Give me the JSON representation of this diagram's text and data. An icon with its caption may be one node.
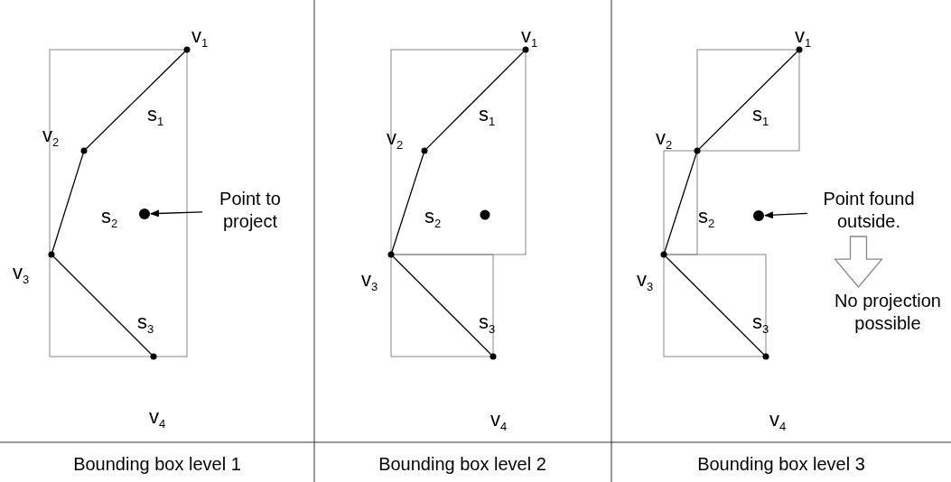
{
  "diagram": {
    "nodes": [
      {
        "text": [
          "Point to project"
        ]
      },
      {
        "text": [],
        "shape": "circle"
      },
      {
        "text": [
          "Point found outside."
        ]
      },
      {
        "text": [],
        "shape": "circle"
      },
      {
        "text": [
          "No projection possible"
        ]
      }
    ],
    "edges": [
      {
        "from": 0,
        "to": 1,
        "arrow": "to"
      },
      {
        "from": 2,
        "to": 3,
        "arrow": "to"
      },
      {
        "from": 2,
        "to": 4,
        "arrow": "to"
      }
    ],
    "labels": [
      "v$_{1}$",
      "v$_{2}$",
      "s$_{1}$",
      "s$_{2}$",
      "v$_{3}$",
      "s$_{3}$",
      "v$_{4}$",
      "v$_{1}$",
      "v$_{2}$",
      "s$_{1}$",
      "s$_{2}$",
      "v$_{3}$",
      "s$_{3}$",
      "v$_{4}$",
      "v$_{1}$",
      "v$_{2}$",
      "s$_{1}$",
      "s$_{2}$",
      "v$_{3}$",
      "s$_{3}$",
      "v$_{4}$",
      "Bounding box level 1",
      "Bounding box level 2",
      "Bounding box level 3"
    ]
  }
}
